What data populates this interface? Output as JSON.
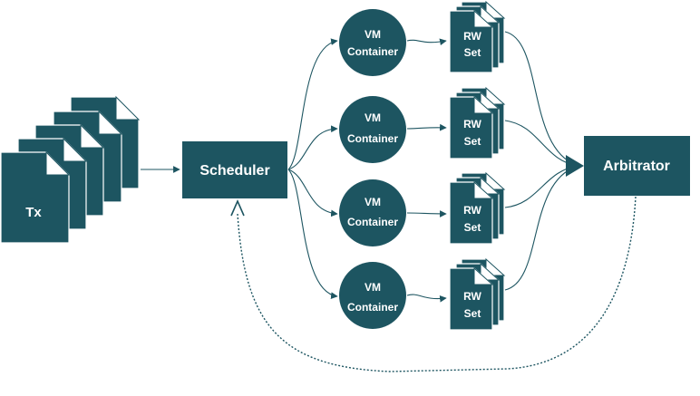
{
  "colors": {
    "primary": "#1d5561",
    "background": "#ffffff",
    "text": "#ffffff"
  },
  "tx": {
    "label": "Tx"
  },
  "scheduler": {
    "label": "Scheduler"
  },
  "arbitrator": {
    "label": "Arbitrator"
  },
  "vm_containers": [
    {
      "line1": "VM",
      "line2": "Container"
    },
    {
      "line1": "VM",
      "line2": "Container"
    },
    {
      "line1": "VM",
      "line2": "Container"
    },
    {
      "line1": "VM",
      "line2": "Container"
    }
  ],
  "rw_sets": [
    {
      "line1": "RW",
      "line2": "Set"
    },
    {
      "line1": "RW",
      "line2": "Set"
    },
    {
      "line1": "RW",
      "line2": "Set"
    },
    {
      "line1": "RW",
      "line2": "Set"
    }
  ]
}
